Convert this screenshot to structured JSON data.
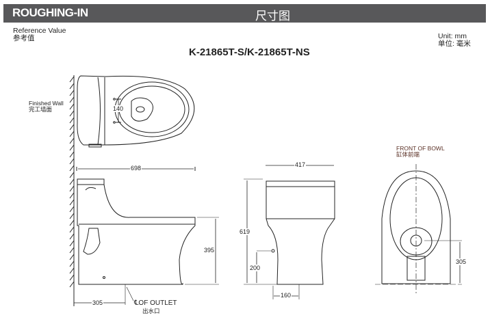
{
  "header": {
    "title": "ROUGHING-IN",
    "title_cn": "尺寸图"
  },
  "reference": {
    "en": "Reference Value",
    "cn": "参考值"
  },
  "unit": {
    "en": "Unit: mm",
    "cn": "单位: 毫米"
  },
  "model": "K-21865T-S/K-21865T-NS",
  "labels": {
    "wall_en": "Finished Wall",
    "wall_cn": "完工墙面",
    "bowl_en": "FRONT OF BOWL",
    "bowl_cn": "缸体前端",
    "outlet_en": "℄OF OUTLET",
    "outlet_cn": "出水口"
  },
  "dimensions": {
    "seat_holes": "140",
    "length": "698",
    "bowl_height": "395",
    "rough_in": "305",
    "width": "417",
    "height": "619",
    "supply_height": "200",
    "supply_offset": "160",
    "outlet_front": "305"
  },
  "colors": {
    "header": "#58585a",
    "bowl_label": "#5a3025"
  }
}
